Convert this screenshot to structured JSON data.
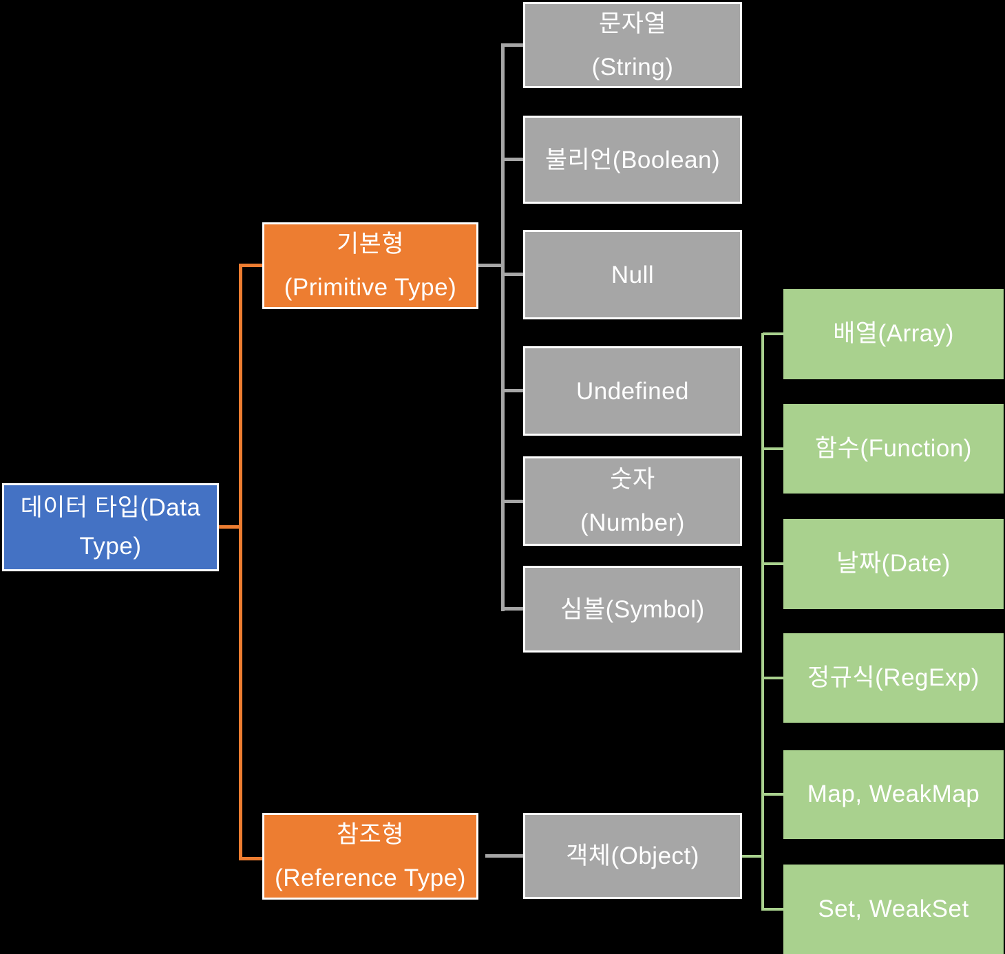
{
  "colors": {
    "background": "#000000",
    "rootFill": "#4472C4",
    "branchFill": "#ED7D31",
    "grayFill": "#A6A6A6",
    "greenFill": "#A9D18E",
    "boxBorder": "#FFFFFF",
    "textColor": "#FFFFFF",
    "connectorOrange": "#ED7D31",
    "connectorGray": "#A6A6A6",
    "connectorGreen": "#A9D18E"
  },
  "nodes": {
    "root": {
      "label": "데이터 타입(Data\nType)"
    },
    "primitive": {
      "label": "기본형\n(Primitive Type)"
    },
    "reference": {
      "label": "참조형\n(Reference Type)"
    },
    "primitive_children": [
      {
        "label": "문자열\n(String)"
      },
      {
        "label": "불리언(Boolean)"
      },
      {
        "label": "Null"
      },
      {
        "label": "Undefined"
      },
      {
        "label": "숫자\n(Number)"
      },
      {
        "label": "심볼(Symbol)"
      }
    ],
    "object": {
      "label": "객체(Object)"
    },
    "object_children": [
      {
        "label": "배열(Array)"
      },
      {
        "label": "함수(Function)"
      },
      {
        "label": "날짜(Date)"
      },
      {
        "label": "정규식(RegExp)"
      },
      {
        "label": "Map, WeakMap"
      },
      {
        "label": "Set, WeakSet"
      }
    ]
  }
}
